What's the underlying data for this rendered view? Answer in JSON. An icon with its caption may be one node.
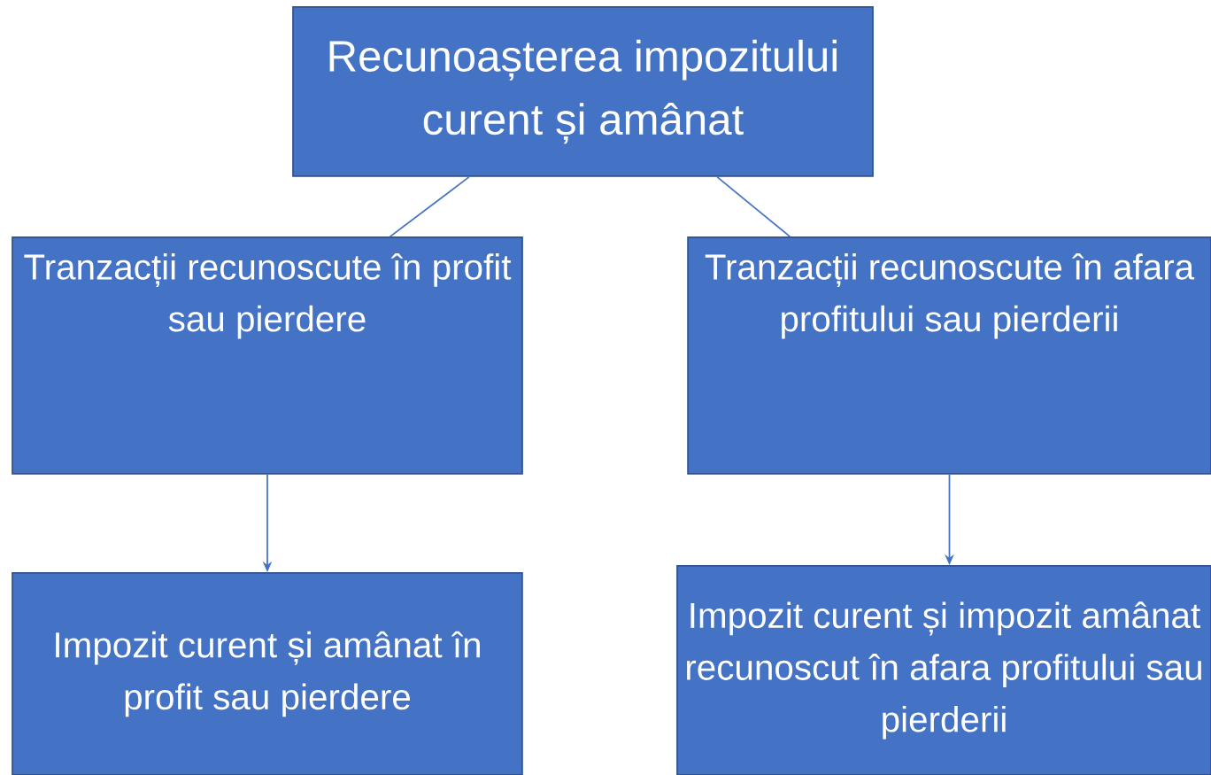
{
  "diagram": {
    "nodes": [
      {
        "text": [
          "Recunoașterea impozitului curent și amânat"
        ]
      },
      {
        "text": [
          "Tranzacții recunoscute în profit sau pierdere"
        ]
      },
      {
        "text": [
          "Tranzacții recunoscute în afara profitului sau pierderii"
        ]
      },
      {
        "text": [
          "Impozit curent și amânat în profit sau pierdere"
        ]
      },
      {
        "text": [
          "Impozit curent și impozit amânat recunoscut în afara profitului sau pierderii"
        ]
      }
    ],
    "edges": [
      {
        "from": 0,
        "to": 1,
        "arrow": "none"
      },
      {
        "from": 0,
        "to": 2,
        "arrow": "none"
      },
      {
        "from": 1,
        "to": 3,
        "arrow": "to"
      },
      {
        "from": 2,
        "to": 4,
        "arrow": "to"
      }
    ]
  }
}
